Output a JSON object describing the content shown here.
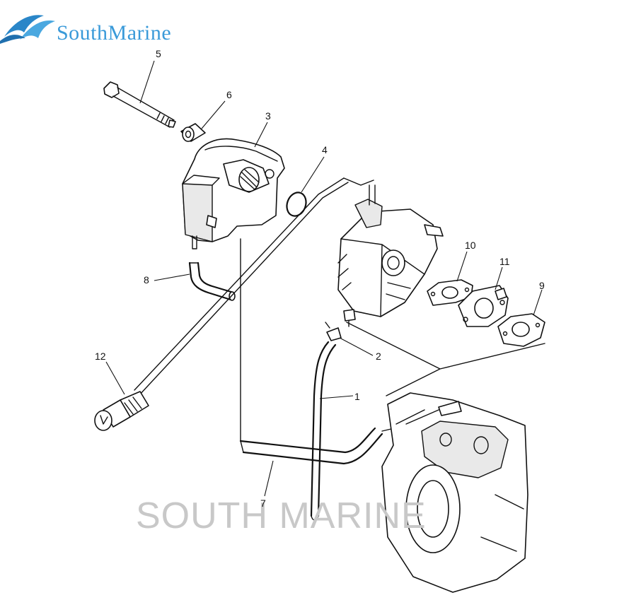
{
  "brand": {
    "logo_text": "SouthMarine",
    "watermark_text": "SOUTH MARINE",
    "logo_color": "#3a9ad9",
    "watermark_color": "#c8c8c8"
  },
  "callouts": {
    "c1": "1",
    "c2": "2",
    "c3": "3",
    "c4": "4",
    "c5": "5",
    "c6": "6",
    "c7": "7",
    "c8": "8",
    "c9": "9",
    "c10": "10",
    "c11": "11",
    "c12": "12"
  }
}
